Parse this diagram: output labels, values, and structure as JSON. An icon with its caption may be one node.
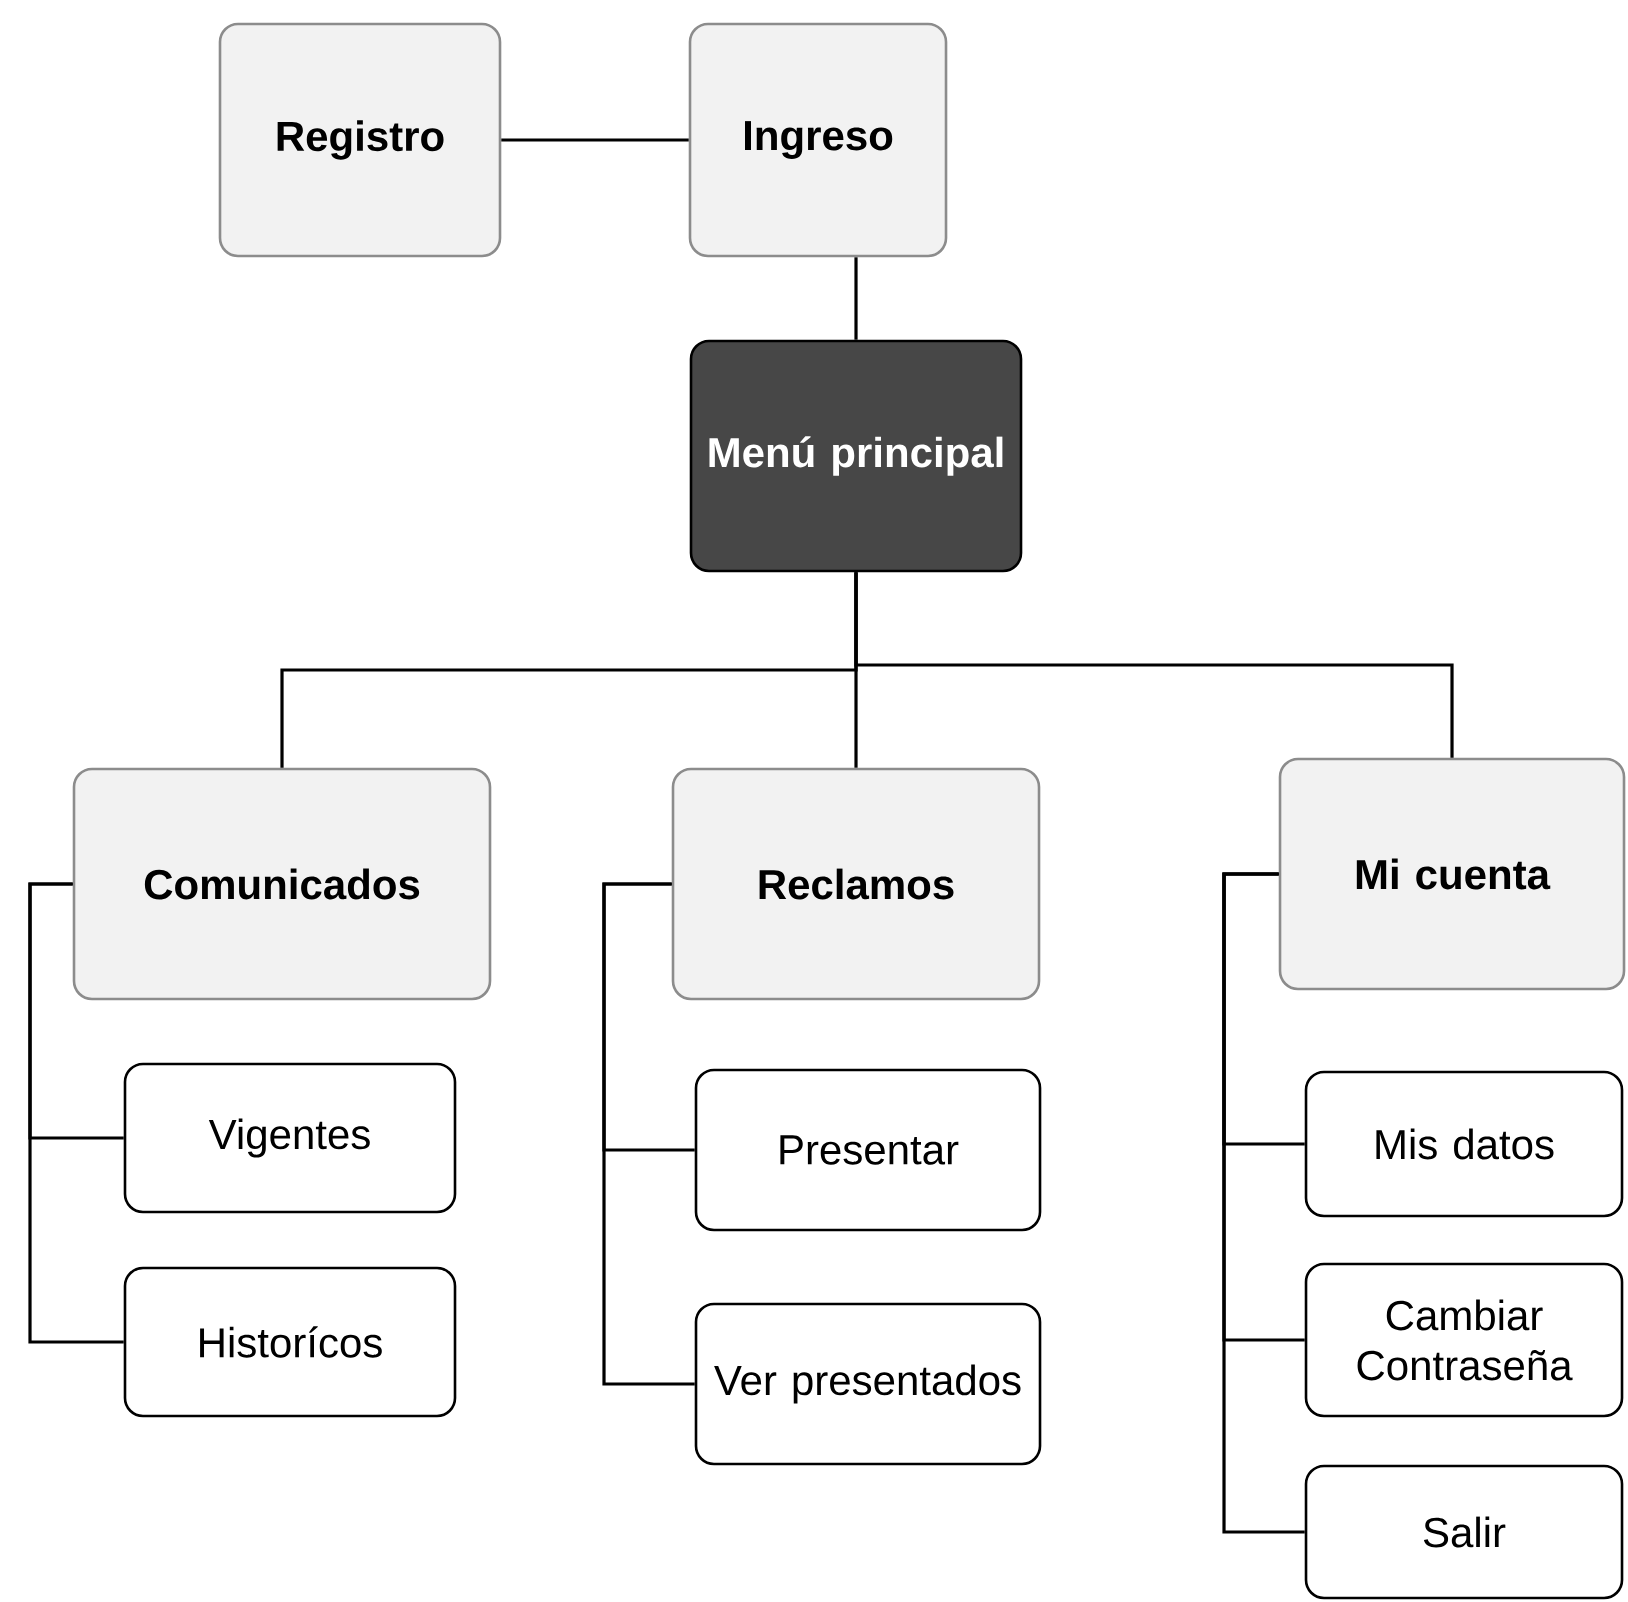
{
  "diagram": {
    "nodes": [
      {
        "text": [
          "Registro"
        ]
      },
      {
        "text": [
          "Ingreso"
        ]
      },
      {
        "text": [
          "Menú principal"
        ]
      },
      {
        "text": [
          "Comunicados"
        ]
      },
      {
        "text": [
          "Reclamos"
        ]
      },
      {
        "text": [
          "Mi cuenta"
        ]
      },
      {
        "text": [
          "Vigentes"
        ]
      },
      {
        "text": [
          "Historícos"
        ]
      },
      {
        "text": [
          "Presentar"
        ]
      },
      {
        "text": [
          "Ver presentados"
        ]
      },
      {
        "text": [
          "Mis datos"
        ]
      },
      {
        "text": [
          "Cambiar Contraseña"
        ]
      },
      {
        "text": [
          "Salir"
        ]
      }
    ],
    "edges": [
      {
        "from": 0,
        "to": 1,
        "arrow": "none"
      },
      {
        "from": 1,
        "to": 2,
        "arrow": "none"
      },
      {
        "from": 2,
        "to": 3,
        "arrow": "none"
      },
      {
        "from": 2,
        "to": 4,
        "arrow": "none"
      },
      {
        "from": 2,
        "to": 5,
        "arrow": "none"
      },
      {
        "from": 3,
        "to": 6,
        "arrow": "none"
      },
      {
        "from": 3,
        "to": 7,
        "arrow": "none"
      },
      {
        "from": 4,
        "to": 8,
        "arrow": "none"
      },
      {
        "from": 4,
        "to": 9,
        "arrow": "none"
      },
      {
        "from": 5,
        "to": 10,
        "arrow": "none"
      },
      {
        "from": 5,
        "to": 11,
        "arrow": "none"
      },
      {
        "from": 5,
        "to": 12,
        "arrow": "none"
      }
    ]
  }
}
